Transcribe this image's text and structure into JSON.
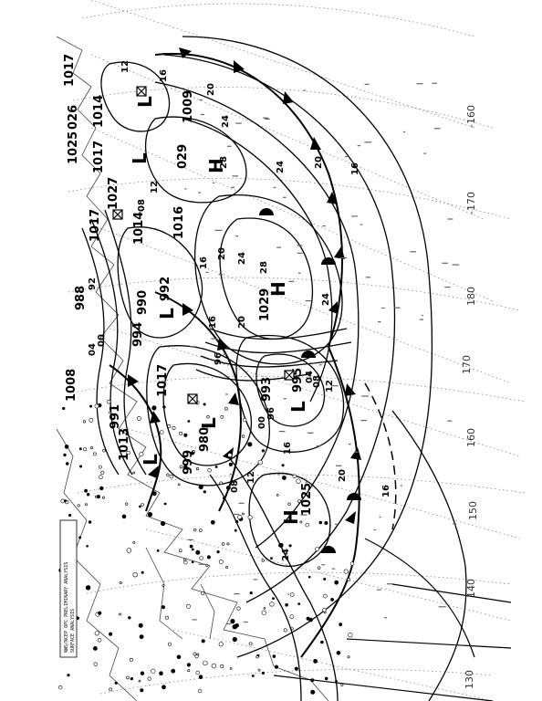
{
  "map": {
    "caption_lines": [
      "NWS/NCEP OPC PRELIMINARY ANALYSIS",
      "SURFACE ANALYSIS"
    ],
    "longitudes": [
      "-160",
      "-170",
      "180",
      "170",
      "160",
      "150",
      "140",
      "130"
    ],
    "pressure_labels": [
      "1017",
      "1014",
      "026",
      "1025",
      "1017",
      "1027",
      "1017",
      "1014",
      "1016",
      "1009",
      "029",
      "988",
      "990",
      "994",
      "992",
      "1029",
      "993",
      "995",
      "991",
      "1013",
      "999",
      "1008",
      "1017",
      "980",
      "1025"
    ],
    "isobar_labels": [
      "12",
      "16",
      "20",
      "24",
      "28",
      "24",
      "20",
      "16",
      "12",
      "08",
      "04",
      "00",
      "96",
      "92",
      "16",
      "20",
      "24",
      "28",
      "16",
      "20",
      "24",
      "12",
      "08",
      "04",
      "00",
      "96",
      "16",
      "12",
      "08",
      "24",
      "20",
      "16"
    ],
    "centers": [
      {
        "type": "H",
        "name": "high-center-1029"
      },
      {
        "type": "H",
        "name": "high-center-north"
      },
      {
        "type": "H",
        "name": "high-center-1025"
      },
      {
        "type": "L",
        "name": "low-center-north"
      },
      {
        "type": "L",
        "name": "low-center-1017"
      },
      {
        "type": "L",
        "name": "low-center-992"
      },
      {
        "type": "L",
        "name": "low-center-995"
      },
      {
        "type": "L",
        "name": "low-center-980"
      },
      {
        "type": "L",
        "name": "low-center-999"
      }
    ],
    "colors": {
      "lines": "#000000",
      "grid": "#777777",
      "coast": "#444444"
    }
  }
}
